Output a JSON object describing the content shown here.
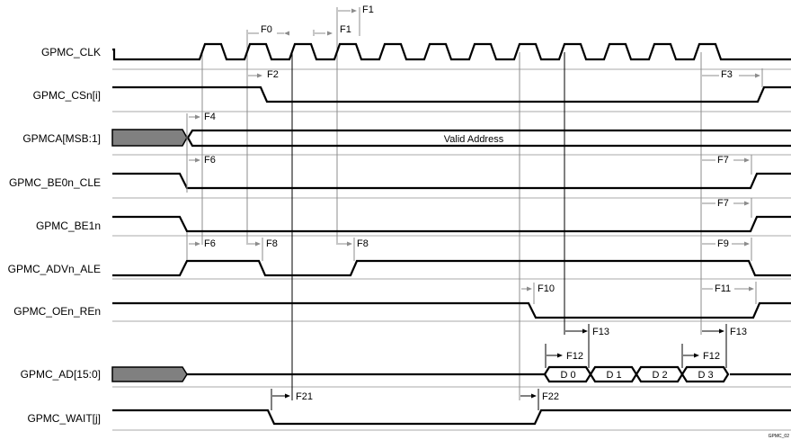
{
  "signals": [
    {
      "id": "clk",
      "label": "GPMC_CLK"
    },
    {
      "id": "csn",
      "label": "GPMC_CSn[i]"
    },
    {
      "id": "addr",
      "label": "GPMCA[MSB:1]"
    },
    {
      "id": "be0",
      "label": "GPMC_BE0n_CLE"
    },
    {
      "id": "be1",
      "label": "GPMC_BE1n"
    },
    {
      "id": "adv",
      "label": "GPMC_ADVn_ALE"
    },
    {
      "id": "oen",
      "label": "GPMC_OEn_REn"
    },
    {
      "id": "ad",
      "label": "GPMC_AD[15:0]"
    },
    {
      "id": "wait",
      "label": "GPMC_WAIT[j]"
    }
  ],
  "bus": {
    "address_value": "Valid Address",
    "data_beats": [
      "D 0",
      "D 1",
      "D 2",
      "D 3"
    ]
  },
  "timing_labels": {
    "F0": "F0",
    "F1a": "F1",
    "F1b": "F1",
    "F2": "F2",
    "F3": "F3",
    "F4": "F4",
    "F6a": "F6",
    "F6b": "F6",
    "F7a": "F7",
    "F7b": "F7",
    "F8a": "F8",
    "F8b": "F8",
    "F9": "F9",
    "F10": "F10",
    "F11": "F11",
    "F12a": "F12",
    "F12b": "F12",
    "F13a": "F13",
    "F13b": "F13",
    "F21": "F21",
    "F22": "F22"
  },
  "figure_id": "GPMC_02",
  "colors": {
    "line": "#000000",
    "grid": "#a8a8a8",
    "reference": "#8c8c8c",
    "bus_fill": "#808080"
  }
}
